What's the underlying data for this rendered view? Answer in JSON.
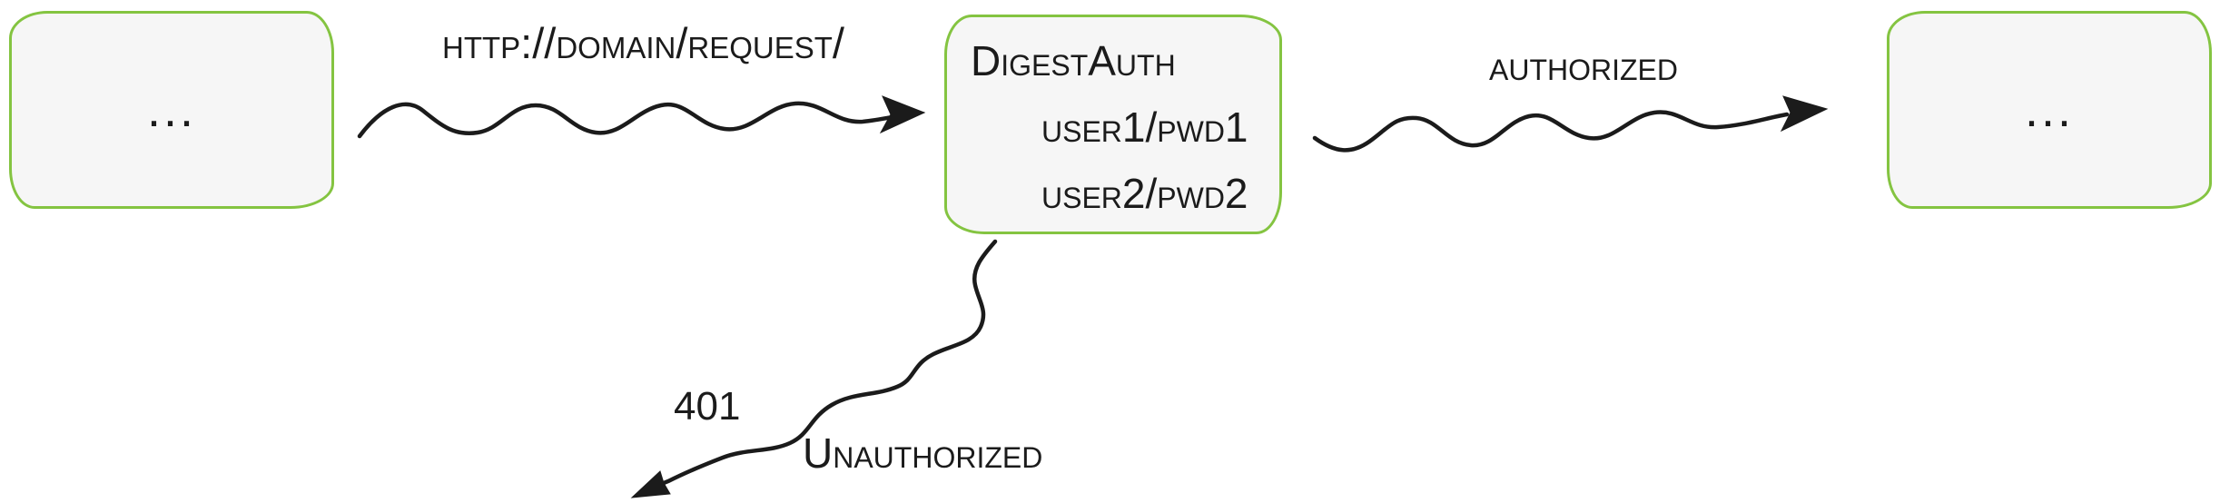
{
  "theme": {
    "ink": "#1b1b1b",
    "box_border": "#84c441",
    "box_fill": "#f6f6f6",
    "background": "#ffffff"
  },
  "diagram": {
    "left_box": {
      "label": "..."
    },
    "server_box": {
      "line1": "DigestAuth",
      "line2": "user1/pwd1",
      "line3": "user2/pwd2"
    },
    "right_box": {
      "label": "..."
    },
    "request_arrow": {
      "label": "http://domain/request/"
    },
    "authorized_arrow": {
      "label": "authorized"
    },
    "unauthorized_arrow": {
      "status_code": "401",
      "label": "Unauthorized"
    }
  }
}
